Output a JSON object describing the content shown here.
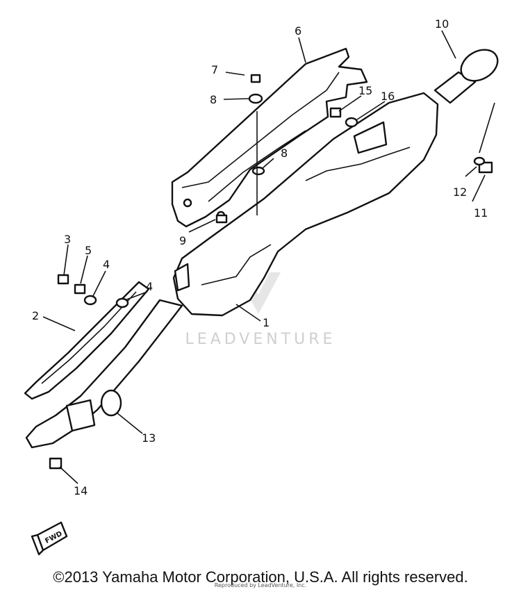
{
  "callouts": [
    "1",
    "2",
    "3",
    "4",
    "4",
    "5",
    "6",
    "7",
    "8",
    "8",
    "9",
    "10",
    "11",
    "12",
    "13",
    "14",
    "15",
    "16"
  ],
  "direction_arrow": "FWD",
  "watermark": "LEADVENTURE",
  "copyright": "©2013 Yamaha Motor Corporation, U.S.A. All rights reserved.",
  "reproduced_by": "Reproduced by LeadVenture, Inc."
}
